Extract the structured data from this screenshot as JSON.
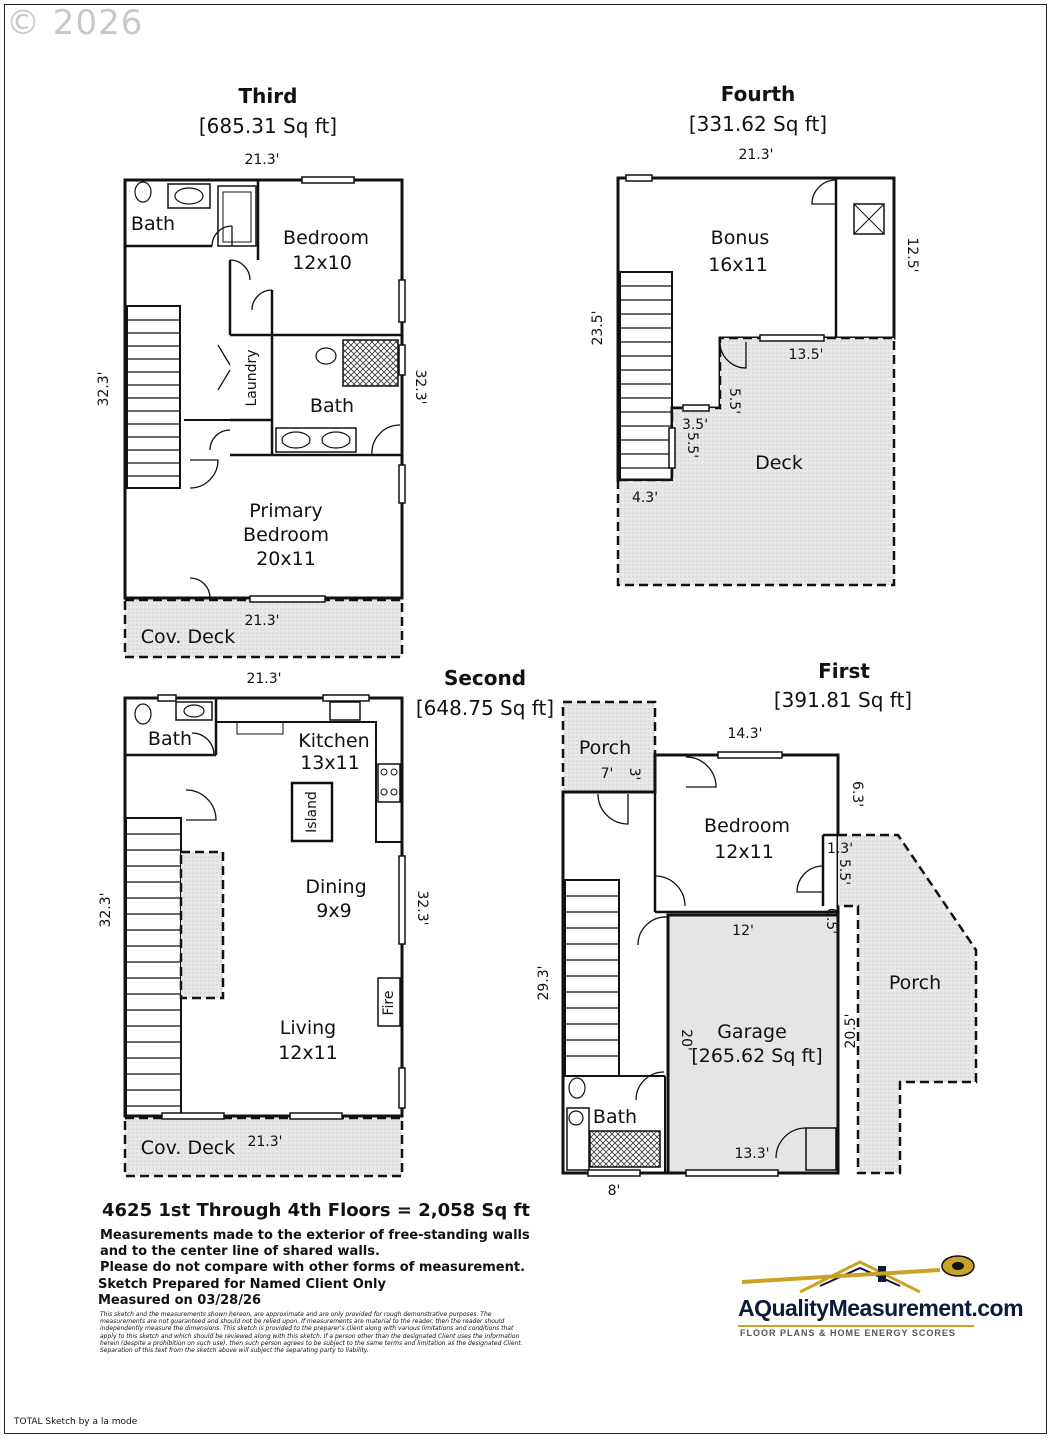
{
  "watermark": "© 2026",
  "floors": {
    "third": {
      "name": "Third",
      "area": "[685.31 Sq ft]"
    },
    "fourth": {
      "name": "Fourth",
      "area": "[331.62 Sq ft]"
    },
    "second": {
      "name": "Second",
      "area": "[648.75 Sq ft]"
    },
    "first": {
      "name": "First",
      "area": "[391.81 Sq ft]"
    }
  },
  "rooms": {
    "third_bath": "Bath",
    "third_bedroom": "Bedroom",
    "third_bedroom_size": "12x10",
    "third_laundry": "Laundry",
    "third_bath2": "Bath",
    "third_primary": "Primary",
    "third_primary2": "Bedroom",
    "third_primary_size": "20x11",
    "third_deck": "Cov. Deck",
    "fourth_bonus": "Bonus",
    "fourth_bonus_size": "16x11",
    "fourth_deck": "Deck",
    "second_bath": "Bath",
    "second_kitchen": "Kitchen",
    "second_kitchen_size": "13x11",
    "second_island": "Island",
    "second_dining": "Dining",
    "second_dining_size": "9x9",
    "second_fire": "Fire",
    "second_living": "Living",
    "second_living_size": "12x11",
    "second_deck": "Cov. Deck",
    "first_porch_top": "Porch",
    "first_bedroom": "Bedroom",
    "first_bedroom_size": "12x11",
    "first_porch_right": "Porch",
    "first_garage": "Garage",
    "first_garage_area": "[265.62 Sq ft]",
    "first_bath": "Bath"
  },
  "dims": {
    "third_top": "21.3'",
    "third_left": "32.3'",
    "third_right": "32.3'",
    "third_deck": "21.3'",
    "fourth_top": "21.3'",
    "fourth_right": "12.5'",
    "fourth_left": "23.5'",
    "fourth_mid": "13.5'",
    "fourth_a": "5.5'",
    "fourth_b": "3.5'",
    "fourth_c": "5.5'",
    "fourth_d": "4.3'",
    "second_top": "21.3'",
    "second_left": "32.3'",
    "second_right": "32.3'",
    "second_deck": "21.3'",
    "first_top": "14.3'",
    "first_a": "6.3'",
    "first_porch_w": "7'",
    "first_porch_h": "3'",
    "first_b": "1.3'",
    "first_c": "5.5'",
    "first_d": "0.5'",
    "first_garage_top": "12'",
    "first_left": "29.3'",
    "first_garage_left": "20'",
    "first_porch_right": "20.5'",
    "first_garage_bottom": "13.3'",
    "first_bath_bottom": "8'"
  },
  "total": "4625 1st Through 4th Floors = 2,058 Sq ft",
  "notes": [
    "Measurements made to the exterior of free-standing walls",
    "and to the center line of shared walls.",
    "Please do not compare with other forms of measurement.",
    "Sketch Prepared for Named Client Only",
    "Measured on 03/28/26"
  ],
  "fine_print": "This sketch and the measurements shown hereon, are approximate and are only provided for rough demonstrative purposes. The measurements are not guaranteed and should not be relied upon. If measurements are material to the reader, then the reader should independently measure the dimensions. This sketch is provided to the preparer's client along with various limitations and conditions that apply to this sketch and which should be reviewed along with this sketch. If a person other than the designated Client uses the information herein (despite a prohibition on such use), then such person agrees to be subject to the same terms and limitation as the designated Client. Separation of this text from the sketch above will subject the separating party to liability.",
  "logo": {
    "name": "AQualityMeasurement.com",
    "tagline": "FLOOR PLANS & HOME ENERGY SCORES"
  },
  "footer": "TOTAL Sketch by a la mode",
  "colors": {
    "wall": "#111111",
    "hatch": "#e4e4e4",
    "logo_navy": "#0e1a3a",
    "logo_gold": "#c9a227"
  }
}
